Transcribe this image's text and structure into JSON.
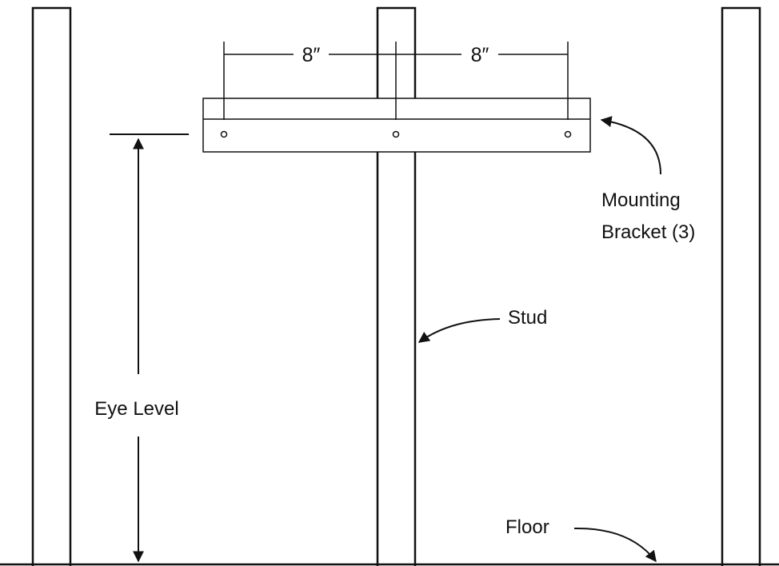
{
  "dimensions": {
    "left_spacing": "8″",
    "right_spacing": "8″"
  },
  "labels": {
    "mounting_bracket_line1": "Mounting",
    "mounting_bracket_line2": "Bracket (3)",
    "stud": "Stud",
    "eye_level": "Eye Level",
    "floor": "Floor"
  },
  "colors": {
    "line": "#111111",
    "background": "#ffffff"
  }
}
